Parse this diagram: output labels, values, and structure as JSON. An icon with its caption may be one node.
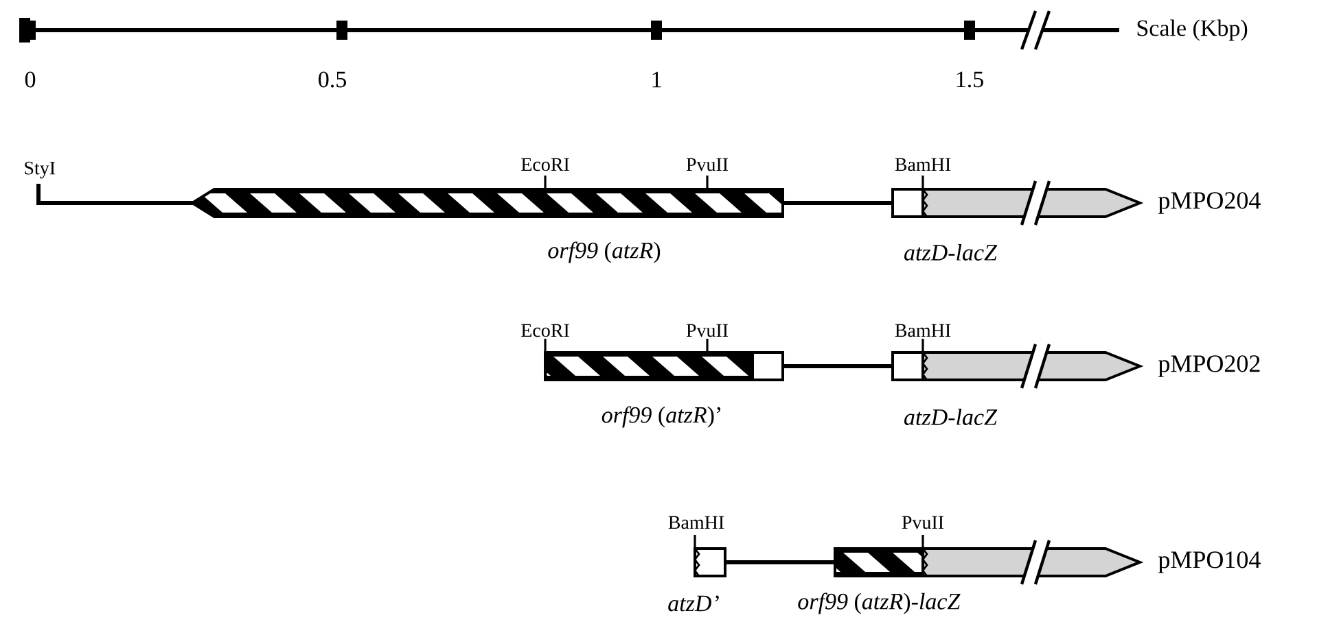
{
  "diagram": {
    "labels": [
      "Scale (Kbp)",
      "0",
      "0.5",
      "1",
      "1.5",
      "StyI",
      "EcoRI",
      "PvuII",
      "BamHI",
      "pMPO204",
      "*orf99* (*atzR*)",
      "atzD-lacZ",
      "EcoRI",
      "PvuII",
      "BamHI",
      "pMPO202",
      "*orf99* (*atzR*)’",
      "atzD-lacZ",
      "BamHI",
      "PvuII",
      "pMPO104",
      "atzD’",
      "*orf99* (*atzR*)-*lacZ*"
    ]
  }
}
